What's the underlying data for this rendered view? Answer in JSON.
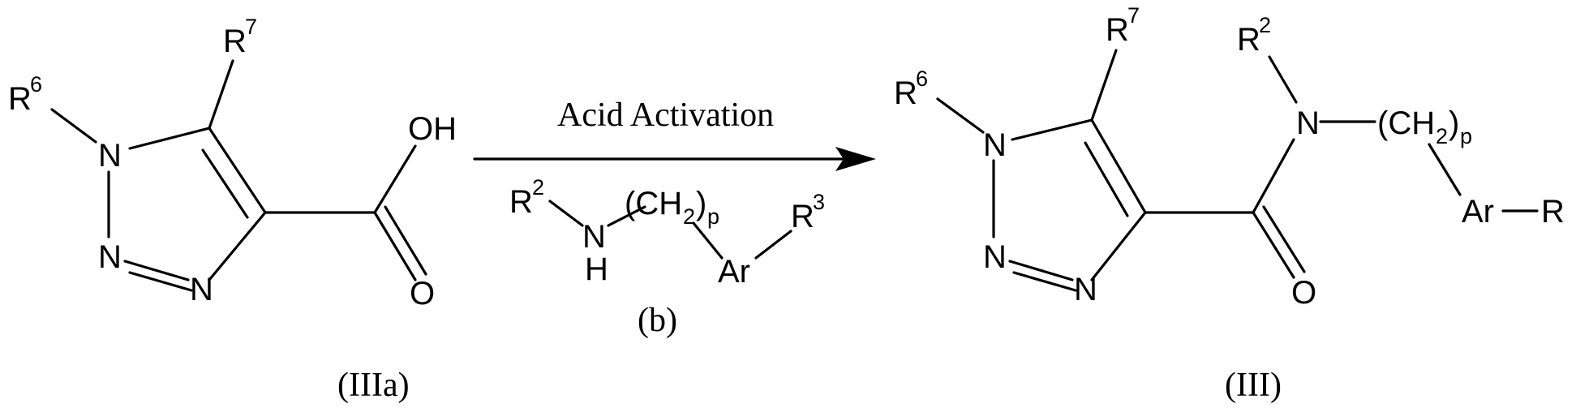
{
  "reactant": {
    "label": "(IIIa)",
    "atoms": {
      "r6": "R",
      "r6_sup": "6",
      "r7": "R",
      "r7_sup": "7",
      "n1": "N",
      "n2": "N",
      "n3": "N",
      "oh": "OH",
      "o": "O"
    }
  },
  "arrow": {
    "condition": "Acid Activation",
    "reagent_label": "(b)"
  },
  "reagent": {
    "r2": "R",
    "r2_sup": "2",
    "n": "N",
    "h": "H",
    "ch2_open": "(CH",
    "ch2_sub": "2",
    "ch2_close": ")",
    "p_sub": "p",
    "ar": "Ar",
    "r3": "R",
    "r3_sup": "3"
  },
  "product": {
    "label": "(III)",
    "atoms": {
      "r6": "R",
      "r6_sup": "6",
      "r7": "R",
      "r7_sup": "7",
      "n1": "N",
      "n2": "N",
      "n3": "N",
      "o": "O",
      "r2": "R",
      "r2_sup": "2",
      "n_amide": "N",
      "ch2_open": "(CH",
      "ch2_sub": "2",
      "ch2_close": ")",
      "p_sub": "p",
      "ar": "Ar",
      "r_end": "R"
    }
  }
}
